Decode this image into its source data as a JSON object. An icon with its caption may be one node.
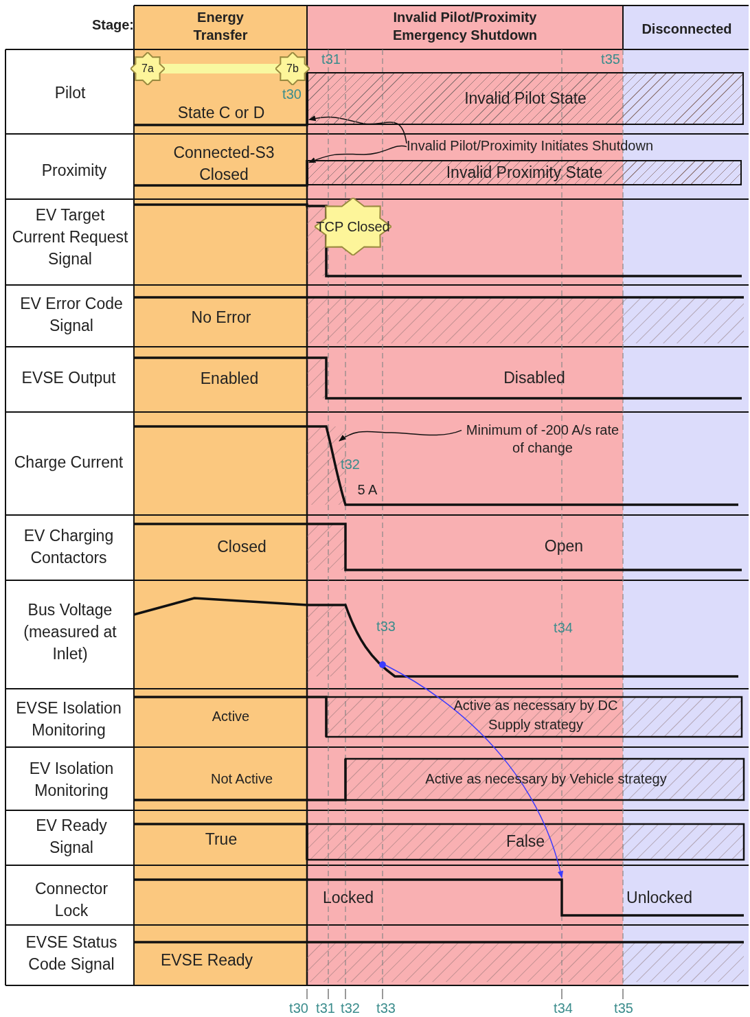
{
  "diagram": {
    "nodes": [
      {
        "text": [
          "7a"
        ]
      },
      {
        "text": [
          "7b"
        ]
      },
      {
        "text": [
          "Invalid Pilot/Proximity Initiates Shutdown"
        ]
      },
      {
        "text": [
          "TCP Closed"
        ]
      },
      {
        "text": [
          "Minimum of -200 A/s rate of change"
        ]
      },
      {
        "text": [],
        "shape": "circle"
      },
      {
        "text": [
          "Invalid Pilot State"
        ]
      },
      {
        "text": [
          "Invalid Proximity State"
        ]
      }
    ],
    "edges": [
      {
        "from": 0,
        "to": 1,
        "arrow": "none",
        "style": "thick",
        "color": "#f8f8a0"
      },
      {
        "from": 2,
        "to": 6,
        "arrow": "to"
      },
      {
        "from": 2,
        "to": 7,
        "arrow": "to"
      },
      {
        "from": 4,
        "to": null,
        "arrow": "to"
      },
      {
        "from": 5,
        "to": null,
        "arrow": "to",
        "color": "#3b3bff"
      }
    ],
    "labels": [
      "Stage:",
      "Energy Transfer",
      "Invalid Pilot/Proximity Emergency Shutdown",
      "Disconnected",
      "Pilot",
      "t31",
      "t35",
      "t30",
      "State C or D",
      "Proximity",
      "Connected-S3 Closed",
      "EV Target Current Request Signal",
      "EV Error Code Signal",
      "No Error",
      "EVSE Output",
      "Enabled",
      "Disabled",
      "Charge Current",
      "t32",
      "5 A",
      "EV Charging Contactors",
      "Closed",
      "Open",
      "Bus Voltage (measured at Inlet)",
      "t33",
      "t34",
      "EVSE Isolation Monitoring",
      "Active",
      "Active as necessary by DC Supply strategy",
      "EV Isolation Monitoring",
      "Not Active",
      "Active as necessary by Vehicle strategy",
      "EV Ready Signal",
      "True",
      "False",
      "Connector Lock",
      "Locked",
      "Unlocked",
      "EVSE Status Code Signal",
      "EVSE Ready",
      "t30",
      "t31",
      "t32",
      "t33",
      "t34",
      "t35"
    ]
  }
}
